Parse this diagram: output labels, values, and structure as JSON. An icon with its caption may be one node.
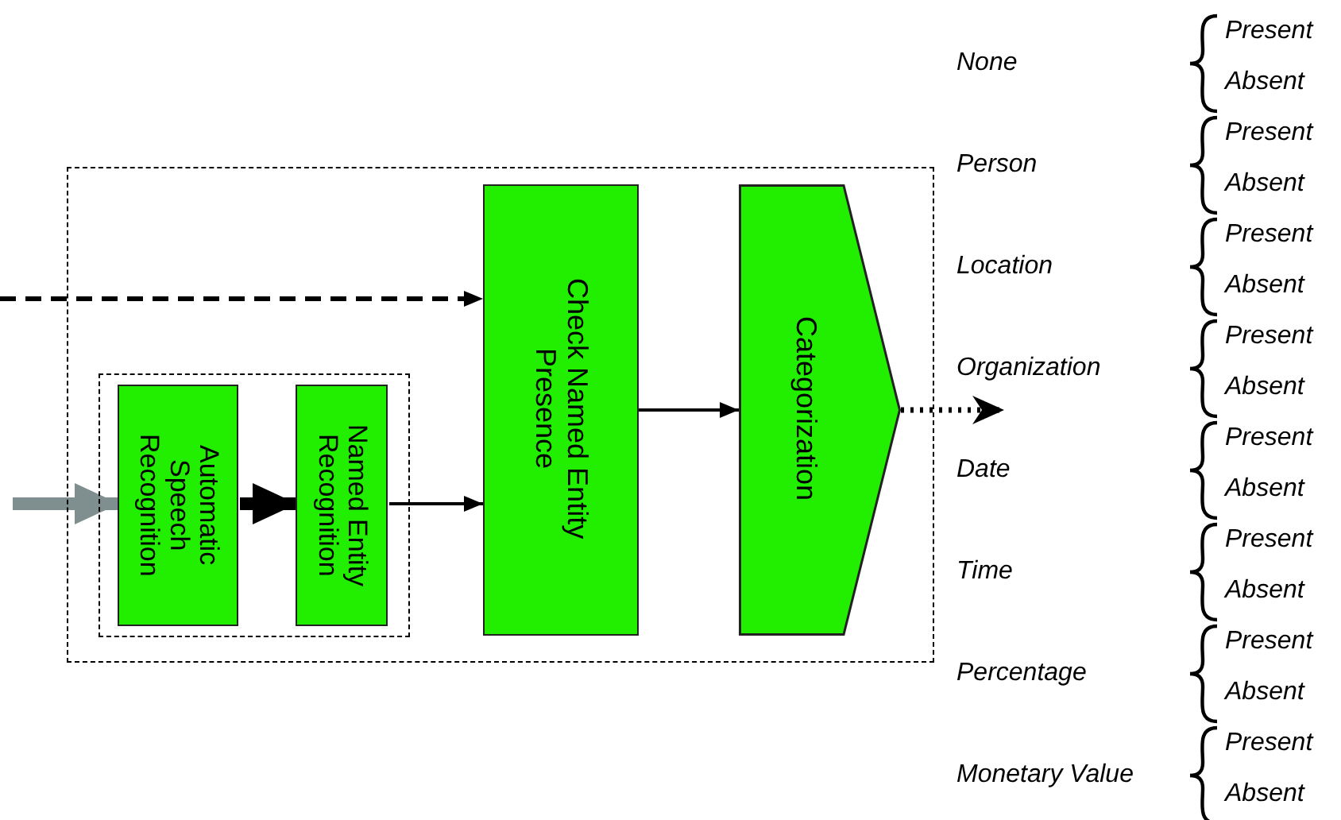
{
  "diagram": {
    "nodes": [
      {
        "text": [],
        "shape": "box"
      },
      {
        "text": [],
        "shape": "box",
        "in": 0
      },
      {
        "text": [
          "Automatic Speech Recognition"
        ],
        "in": 1
      },
      {
        "text": [
          "Named Entity Recognition"
        ],
        "in": 1
      },
      {
        "text": [
          "Check Named Entity Presence"
        ],
        "in": 0
      },
      {
        "text": [
          "Categorization"
        ],
        "in": 0
      }
    ],
    "edges": [
      {
        "from": null,
        "to": 2,
        "arrow": "to",
        "style": "thick",
        "color": "#7f8f8f"
      },
      {
        "from": 2,
        "to": 3,
        "arrow": "to",
        "style": "thick"
      },
      {
        "from": 3,
        "to": 4,
        "arrow": "to"
      },
      {
        "from": null,
        "to": 4,
        "arrow": "to",
        "style": "dashed"
      },
      {
        "from": 4,
        "to": 5,
        "arrow": "to"
      },
      {
        "from": 5,
        "to": null,
        "arrow": "to",
        "style": "dashed"
      }
    ],
    "labels": [
      "None",
      "Present",
      "Absent",
      "Person",
      "Present",
      "Absent",
      "Location",
      "Present",
      "Absent",
      "Organization",
      "Present",
      "Absent",
      "Date",
      "Present",
      "Absent",
      "Time",
      "Present",
      "Absent",
      "Percentage",
      "Present",
      "Absent",
      "Monetary Value",
      "Present",
      "Absent"
    ]
  }
}
